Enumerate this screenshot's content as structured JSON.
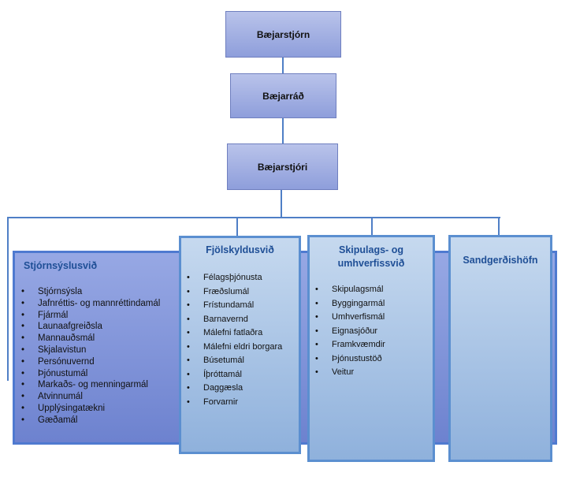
{
  "top": {
    "council": "Bæjarstjórn",
    "committee": "Bæjarráð",
    "mayor": "Bæjarstjóri"
  },
  "departments": [
    {
      "title": "Stjórnsýslusvið",
      "items": [
        "Stjórnsýsla",
        "Jafnréttis- og mannréttindamál",
        "Fjármál",
        "Launaafgreiðsla",
        "Mannauðsmál",
        "Skjalavistun",
        "Persónuvernd",
        "Þjónustumál",
        "Markaðs- og menningarmál",
        "Atvinnumál",
        "Upplýsingatækni",
        "Gæðamál"
      ]
    },
    {
      "title": "Fjölskyldusvið",
      "items": [
        "Félagsþjónusta",
        "Fræðslumál",
        "Frístundamál",
        "Barnavernd",
        "Málefni fatlaðra",
        "Málefni eldri borgara",
        "Búsetumál",
        "Íþróttamál",
        "Daggæsla",
        "Forvarnir"
      ]
    },
    {
      "title": "Skipulags- og umhverfissvið",
      "items": [
        "Skipulagsmál",
        "Byggingarmál",
        "Umhverfismál",
        "Eignasjóður",
        "Framkvæmdir",
        "Þjónustustöð",
        "Veitur"
      ]
    },
    {
      "title": "Sandgerðishöfn",
      "items": []
    }
  ]
}
